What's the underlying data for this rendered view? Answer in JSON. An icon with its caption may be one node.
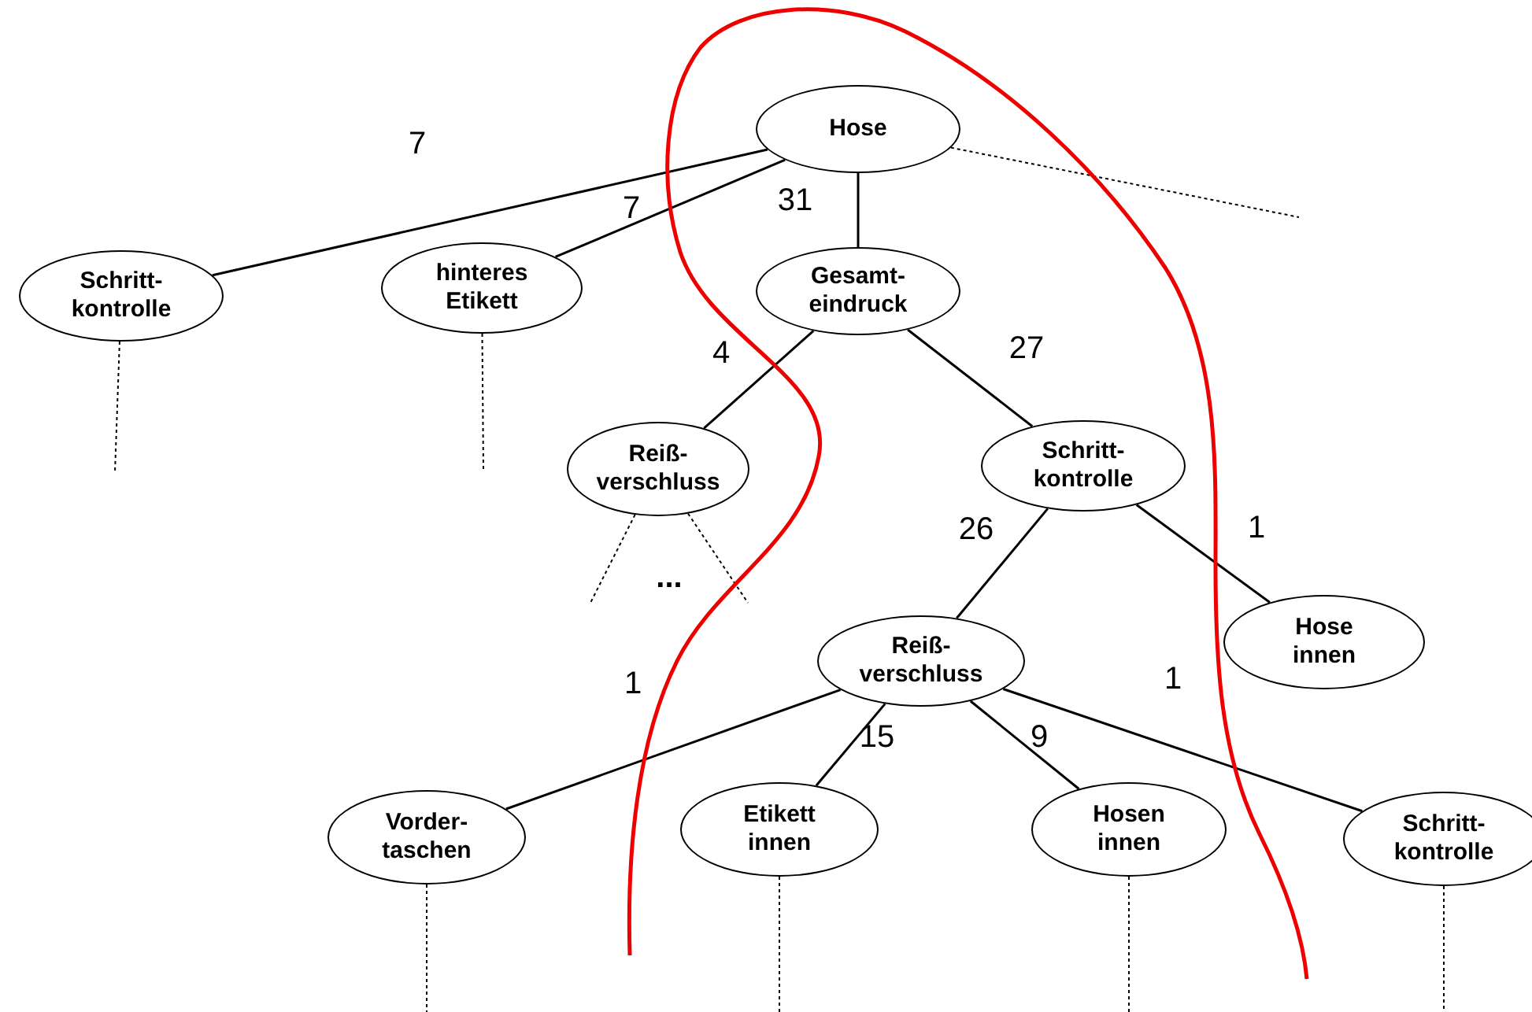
{
  "diagram": {
    "nodes": [
      {
        "text": [
          "Hose"
        ]
      },
      {
        "text": [
          "Schritt- kontrolle"
        ]
      },
      {
        "text": [
          "hinteres Etikett"
        ]
      },
      {
        "text": [
          "Gesamt- eindruck"
        ]
      },
      {
        "text": [
          "Reiß- verschluss"
        ]
      },
      {
        "text": [
          "Schritt- kontrolle"
        ]
      },
      {
        "text": [
          "Hose innen"
        ]
      },
      {
        "text": [
          "Reiß- verschluss"
        ]
      },
      {
        "text": [
          "Vorder- taschen"
        ]
      },
      {
        "text": [
          "Etikett innen"
        ]
      },
      {
        "text": [
          "Hosen innen"
        ]
      },
      {
        "text": [
          "Schritt- kontrolle"
        ]
      }
    ],
    "edges": [
      {
        "from": 0,
        "to": 1,
        "arrow": "none",
        "label": "7"
      },
      {
        "from": 0,
        "to": 2,
        "arrow": "none",
        "label": "7"
      },
      {
        "from": 0,
        "to": 3,
        "arrow": "none",
        "label": "31"
      },
      {
        "from": 0,
        "to": null,
        "arrow": "none",
        "style": "dashed"
      },
      {
        "from": 1,
        "to": null,
        "arrow": "none",
        "style": "dashed"
      },
      {
        "from": 2,
        "to": null,
        "arrow": "none",
        "style": "dashed"
      },
      {
        "from": 3,
        "to": 4,
        "arrow": "none",
        "label": "4"
      },
      {
        "from": 3,
        "to": 5,
        "arrow": "none",
        "label": "27"
      },
      {
        "from": 4,
        "to": null,
        "arrow": "none",
        "style": "dashed"
      },
      {
        "from": 4,
        "to": null,
        "arrow": "none",
        "style": "dashed"
      },
      {
        "from": 5,
        "to": 7,
        "arrow": "none",
        "label": "26"
      },
      {
        "from": 5,
        "to": 6,
        "arrow": "none",
        "label": "1"
      },
      {
        "from": 7,
        "to": 8,
        "arrow": "none",
        "label": "1"
      },
      {
        "from": 7,
        "to": 9,
        "arrow": "none",
        "label": "15"
      },
      {
        "from": 7,
        "to": 10,
        "arrow": "none",
        "label": "9"
      },
      {
        "from": 7,
        "to": 11,
        "arrow": "none",
        "label": "1"
      },
      {
        "from": 8,
        "to": null,
        "arrow": "none",
        "style": "dashed"
      },
      {
        "from": 9,
        "to": null,
        "arrow": "none",
        "style": "dashed"
      },
      {
        "from": 10,
        "to": null,
        "arrow": "none",
        "style": "dashed"
      },
      {
        "from": 11,
        "to": null,
        "arrow": "none",
        "style": "dashed"
      }
    ],
    "labels": [
      "..."
    ]
  }
}
